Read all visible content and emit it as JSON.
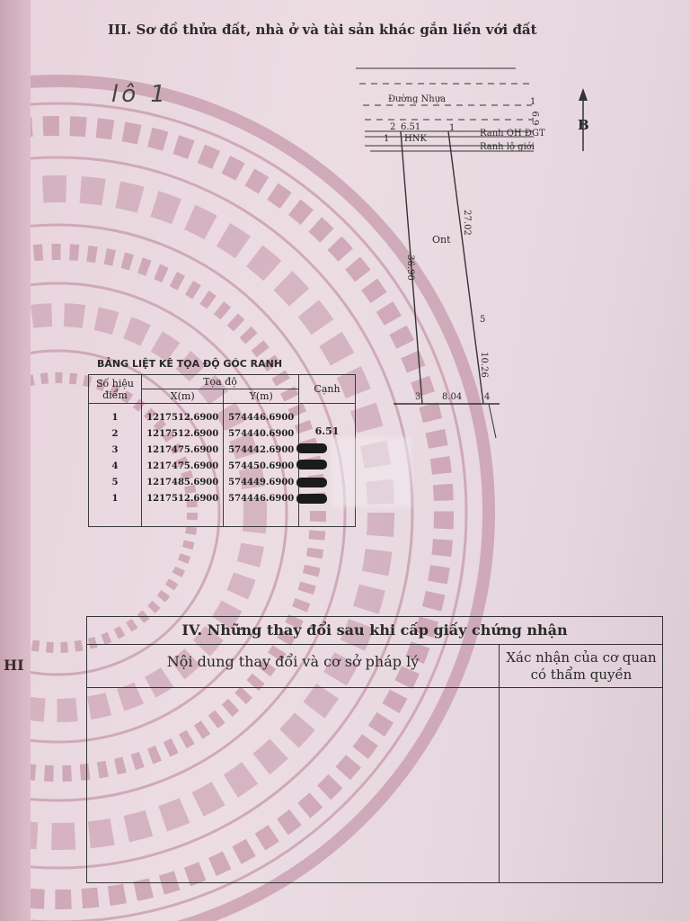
{
  "section3": {
    "title": "III. Sơ đồ thửa đất, nhà ở và tài sản khác gắn liền với đất"
  },
  "handwritten_note": "lô 1",
  "left_edge_text": "HI",
  "diagram": {
    "road": "Đường Nhựa",
    "road_width": "6.9",
    "planning_boundary": "Ranh QH ĐGT",
    "road_boundary": "Ranh lộ giới",
    "land_code_strip": "HNK",
    "land_code_main": "Ont",
    "north": "B",
    "points": {
      "p1": "1",
      "p2": "2",
      "p3": "3",
      "p4": "4",
      "p5": "5",
      "p1b": "1",
      "p1c": "1"
    },
    "edges": {
      "top": "6.51",
      "left": "36.90",
      "right_upper": "27.02",
      "right_lower": "10.26",
      "bottom": "8.04"
    }
  },
  "coord_table": {
    "title": "BẢNG LIỆT KÊ TỌA ĐỘ GÓC RANH",
    "headers": {
      "point": "Số hiệu điểm",
      "coords": "Tọa độ",
      "x": "X(m)",
      "y": "Y(m)",
      "edge": "Cạnh"
    },
    "rows": [
      {
        "id": "1",
        "x": "1217512.6900",
        "y": "574446.6900",
        "edge": ""
      },
      {
        "id": "2",
        "x": "1217512.6900",
        "y": "574440.6900",
        "edge": "6.51"
      },
      {
        "id": "3",
        "x": "1217475.6900",
        "y": "574442.6900",
        "edge": ""
      },
      {
        "id": "4",
        "x": "1217475.6900",
        "y": "574450.6900",
        "edge": ""
      },
      {
        "id": "5",
        "x": "1217485.6900",
        "y": "574449.6900",
        "edge": ""
      },
      {
        "id": "1",
        "x": "1217512.6900",
        "y": "574446.6900",
        "edge": ""
      }
    ]
  },
  "section4": {
    "title": "IV. Những thay đổi sau khi cấp giấy chứng nhận",
    "col1": "Nội dung thay đổi và cơ sở pháp lý",
    "col2_line1": "Xác nhận của cơ quan",
    "col2_line2": "có thẩm quyền"
  },
  "colors": {
    "paper": "#ecdde3",
    "pattern": "#c79aab",
    "ink": "#2a2a2a"
  }
}
